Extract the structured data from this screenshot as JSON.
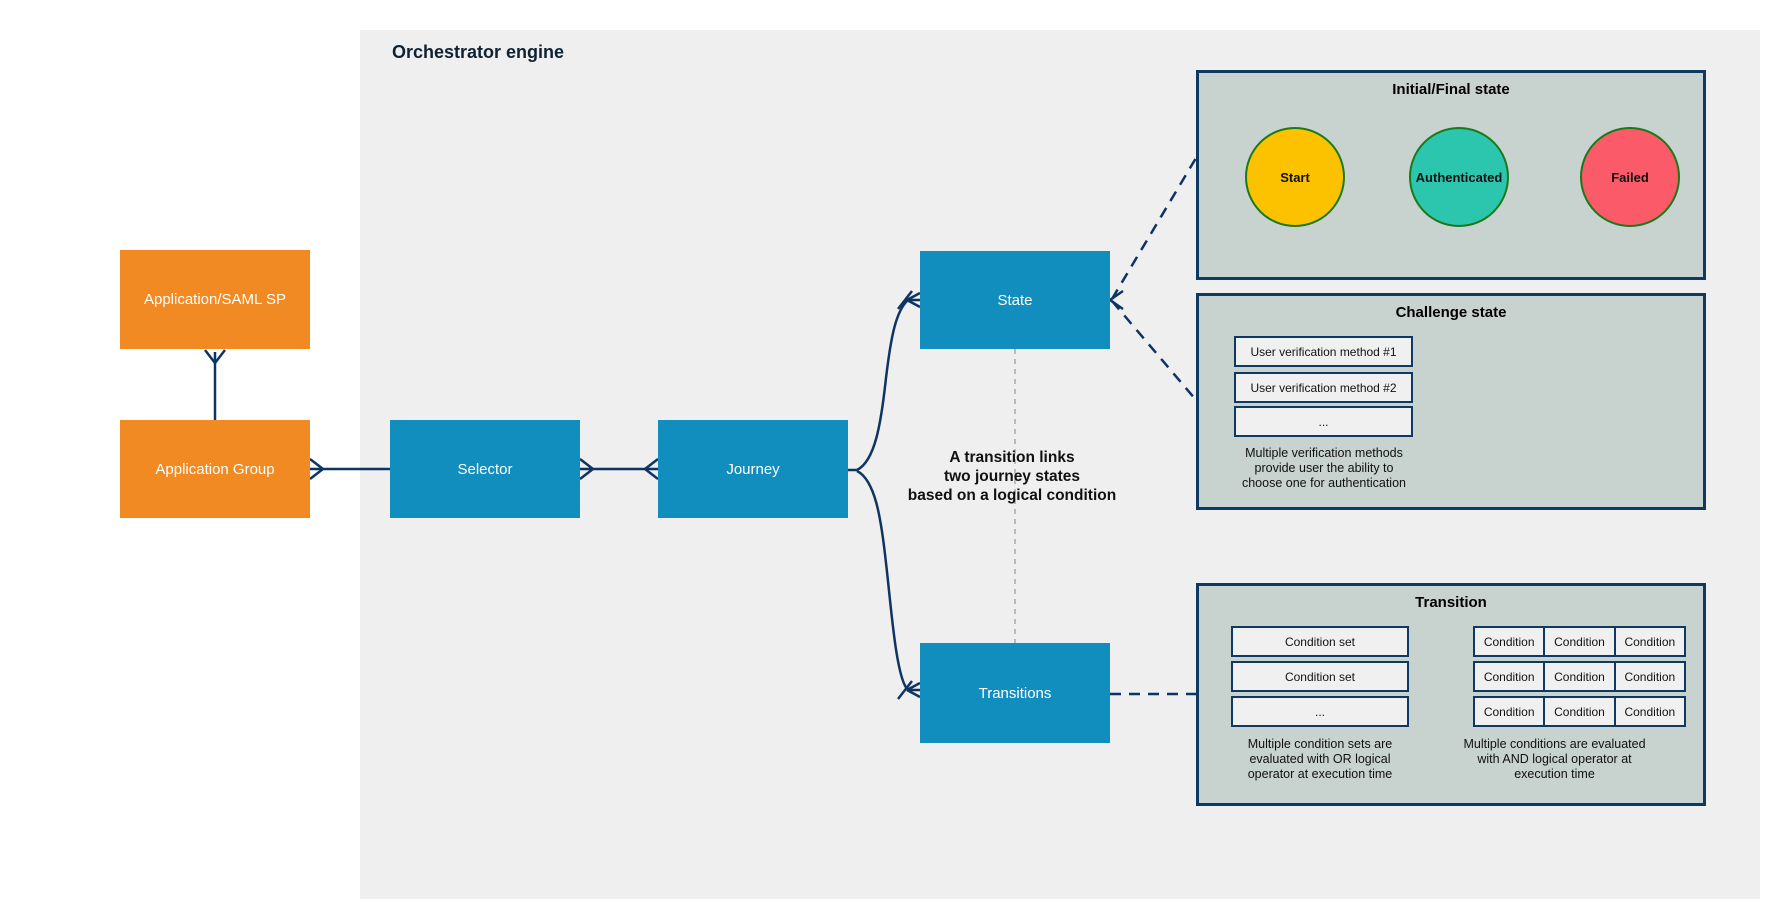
{
  "engine": {
    "title": "Orchestrator engine"
  },
  "nodes": {
    "saml": {
      "label": "Application/SAML SP"
    },
    "app_group": {
      "label": "Application Group"
    },
    "selector": {
      "label": "Selector"
    },
    "journey": {
      "label": "Journey"
    },
    "state": {
      "label": "State"
    },
    "transitions": {
      "label": "Transitions"
    }
  },
  "annotation": {
    "lines": [
      "A transition links",
      "two journey states",
      "based on a logical condition"
    ]
  },
  "panels": {
    "initial_final": {
      "title": "Initial/Final state",
      "circles": [
        {
          "name": "start",
          "label": "Start",
          "fill": "#fcc200",
          "stroke": "#1a7a1a"
        },
        {
          "name": "authenticated",
          "label": "Authenticated",
          "fill": "#2cc5ad",
          "stroke": "#1a7a1a"
        },
        {
          "name": "failed",
          "label": "Failed",
          "fill": "#fb5a68",
          "stroke": "#1a7a1a"
        }
      ]
    },
    "challenge": {
      "title": "Challenge state",
      "methods": [
        "User verification method #1",
        "User verification method #2",
        "..."
      ],
      "caption": "Multiple verification methods\nprovide user the ability to\nchoose one for authentication"
    },
    "transition": {
      "title": "Transition",
      "condition_sets": [
        "Condition set",
        "Condition set",
        "..."
      ],
      "conditions": [
        [
          "Condition",
          "Condition",
          "Condition"
        ],
        [
          "Condition",
          "Condition",
          "Condition"
        ],
        [
          "Condition",
          "Condition",
          "Condition"
        ]
      ],
      "caption_or": "Multiple condition sets are\nevaluated with OR logical\noperator at execution time",
      "caption_and": "Multiple conditions are evaluated\nwith AND logical operator at\nexecution time"
    }
  },
  "colors": {
    "node_blue": "#118dbe",
    "node_orange": "#f18a22",
    "line_navy": "#0e3462",
    "panel_fill": "#c8d2cf",
    "panel_border": "#0e3a62",
    "engine_bg": "#efefef",
    "dashed_gray": "#b4b4b4",
    "circle_start": "#fcc200",
    "circle_authenticated": "#2cc5ad",
    "circle_failed": "#fb5a68",
    "circle_stroke": "#1a7a1a"
  }
}
